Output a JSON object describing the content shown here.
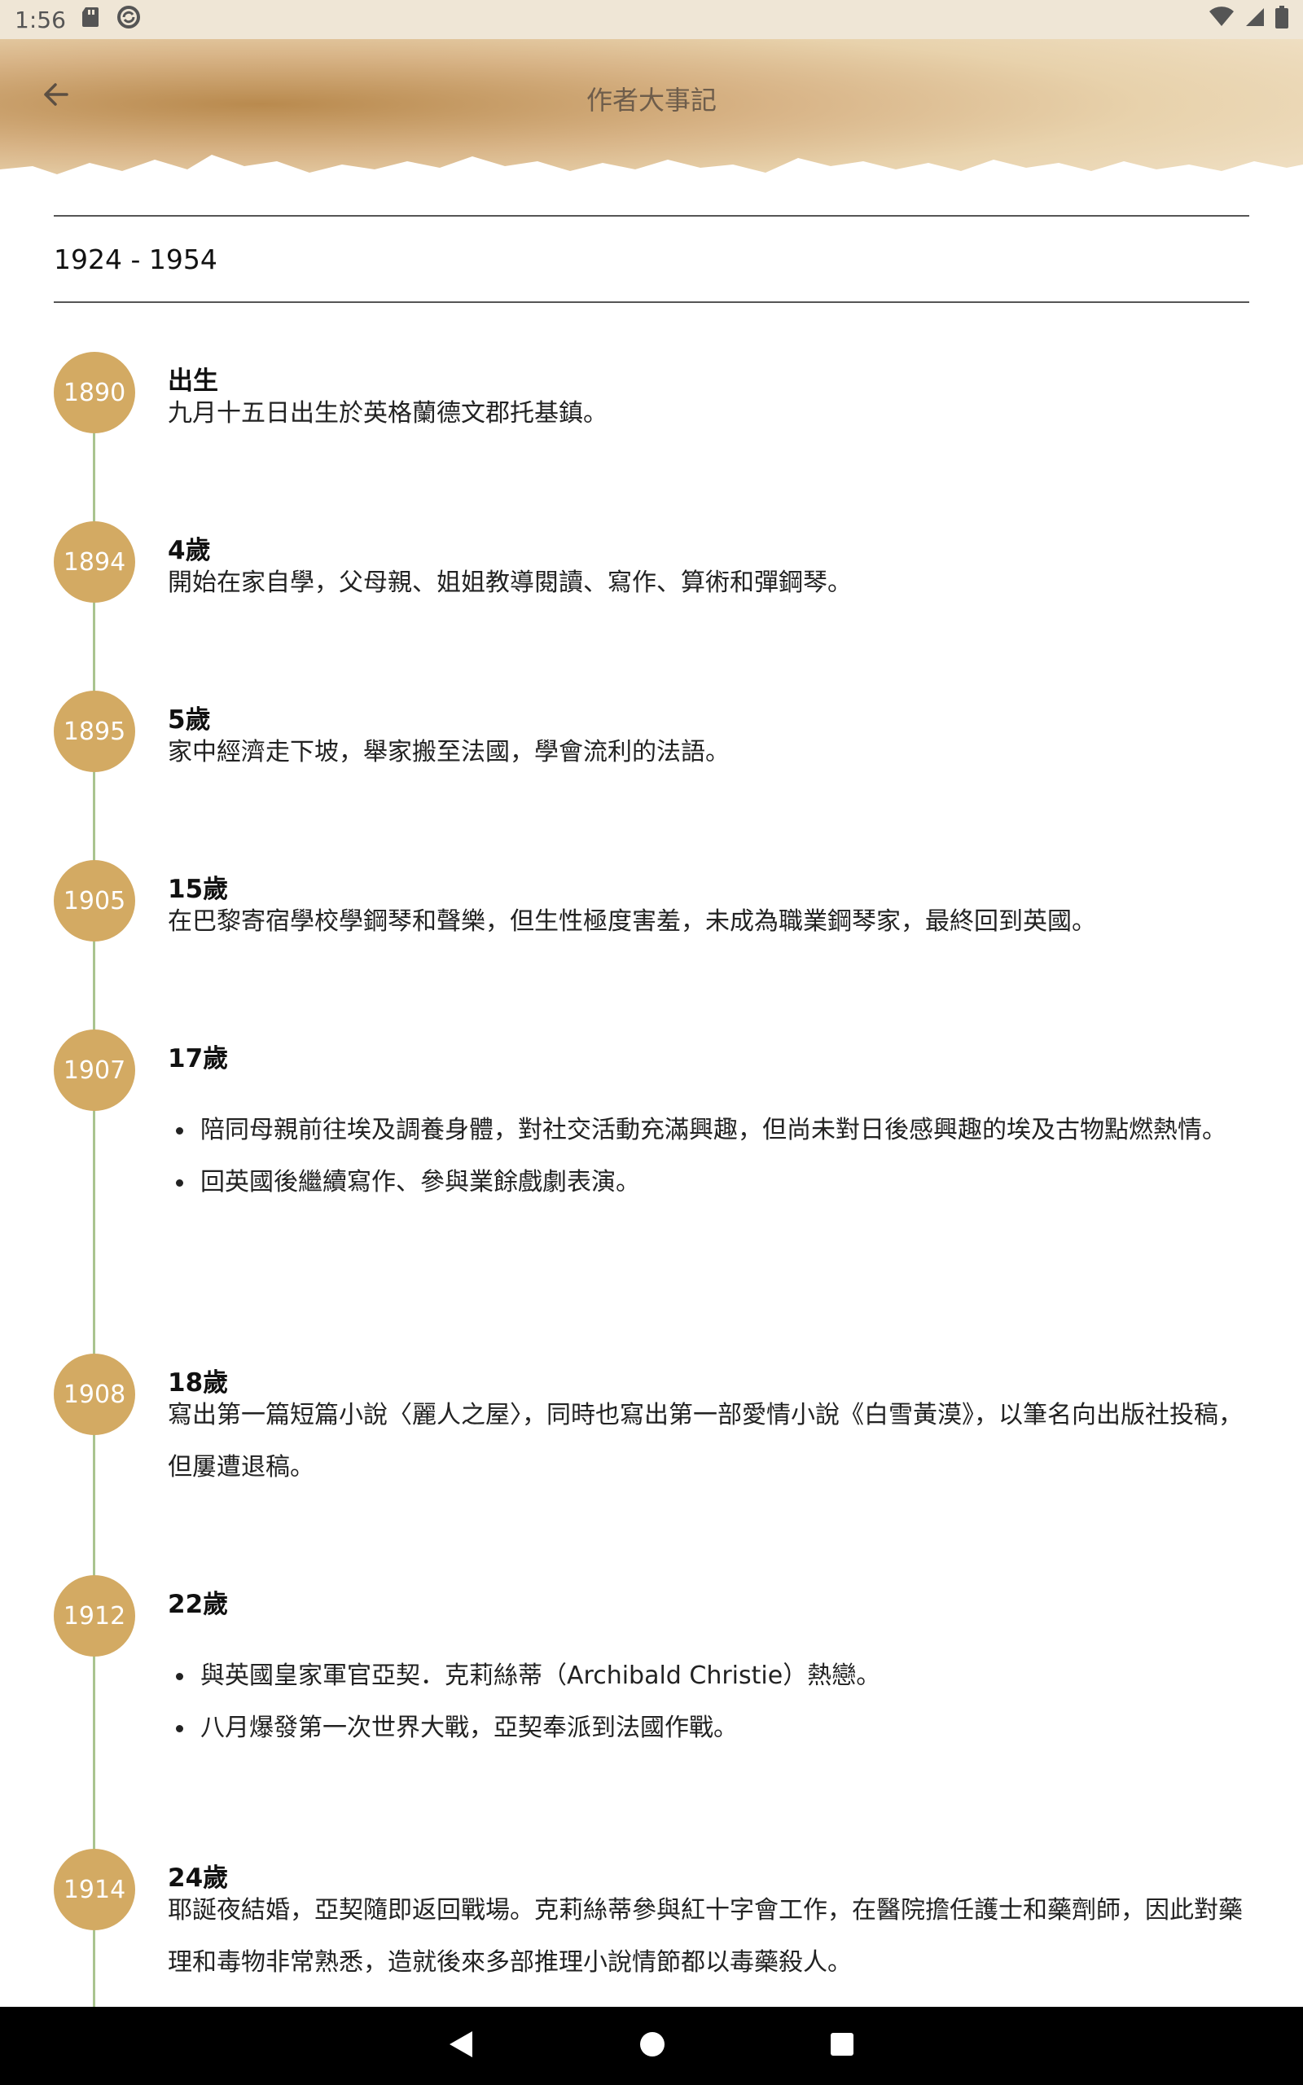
{
  "status_bar": {
    "time": "1:56"
  },
  "header": {
    "title": "作者大事記"
  },
  "range": "1924 - 1954",
  "timeline": [
    {
      "year": "1890",
      "heading": "出生",
      "desc": "九月十五日出生於英格蘭德文郡托基鎮。"
    },
    {
      "year": "1894",
      "heading": "4歲",
      "desc": "開始在家自學，父母親、姐姐教導閱讀、寫作、算術和彈鋼琴。"
    },
    {
      "year": "1895",
      "heading": "5歲",
      "desc": "家中經濟走下坡，舉家搬至法國，學會流利的法語。"
    },
    {
      "year": "1905",
      "heading": "15歲",
      "desc": "在巴黎寄宿學校學鋼琴和聲樂，但生性極度害羞，未成為職業鋼琴家，最終回到英國。"
    },
    {
      "year": "1907",
      "heading": "17歲",
      "bullets": [
        "陪同母親前往埃及調養身體，對社交活動充滿興趣，但尚未對日後感興趣的埃及古物點燃熱情。",
        "回英國後繼續寫作、參與業餘戲劇表演。"
      ]
    },
    {
      "year": "1908",
      "heading": "18歲",
      "desc": "寫出第一篇短篇小說〈麗人之屋〉，同時也寫出第一部愛情小說《白雪黃漠》，以筆名向出版社投稿，但屢遭退稿。"
    },
    {
      "year": "1912",
      "heading": "22歲",
      "bullets": [
        "與英國皇家軍官亞契．克莉絲蒂（Archibald Christie）熱戀。",
        "八月爆發第一次世界大戰，亞契奉派到法國作戰。"
      ]
    },
    {
      "year": "1914",
      "heading": "24歲",
      "desc": "耶誕夜結婚，亞契隨即返回戰場。克莉絲蒂參與紅十字會工作，在醫院擔任護士和藥劑師，因此對藥理和毒物非常熟悉，造就後來多部推理小說情節都以毒藥殺人。"
    }
  ]
}
